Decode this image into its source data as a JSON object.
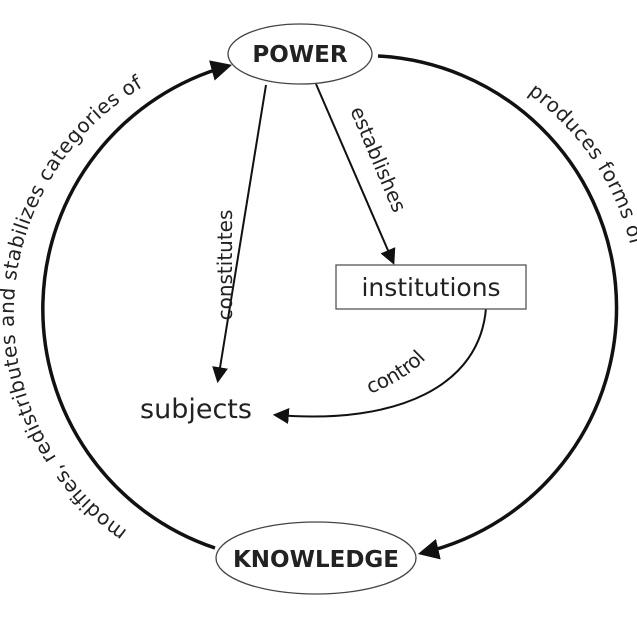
{
  "nodes": {
    "power": "POWER",
    "knowledge": "KNOWLEDGE",
    "institutions": "institutions",
    "subjects": "subjects"
  },
  "edges": {
    "produces": "produces forms of",
    "modifies": "modifies, redistributes and stabilizes categories of",
    "constitutes": "constitutes",
    "establishes": "establishes",
    "control": "control"
  },
  "colors": {
    "ink": "#111111",
    "text": "#222222",
    "background": "#ffffff"
  }
}
